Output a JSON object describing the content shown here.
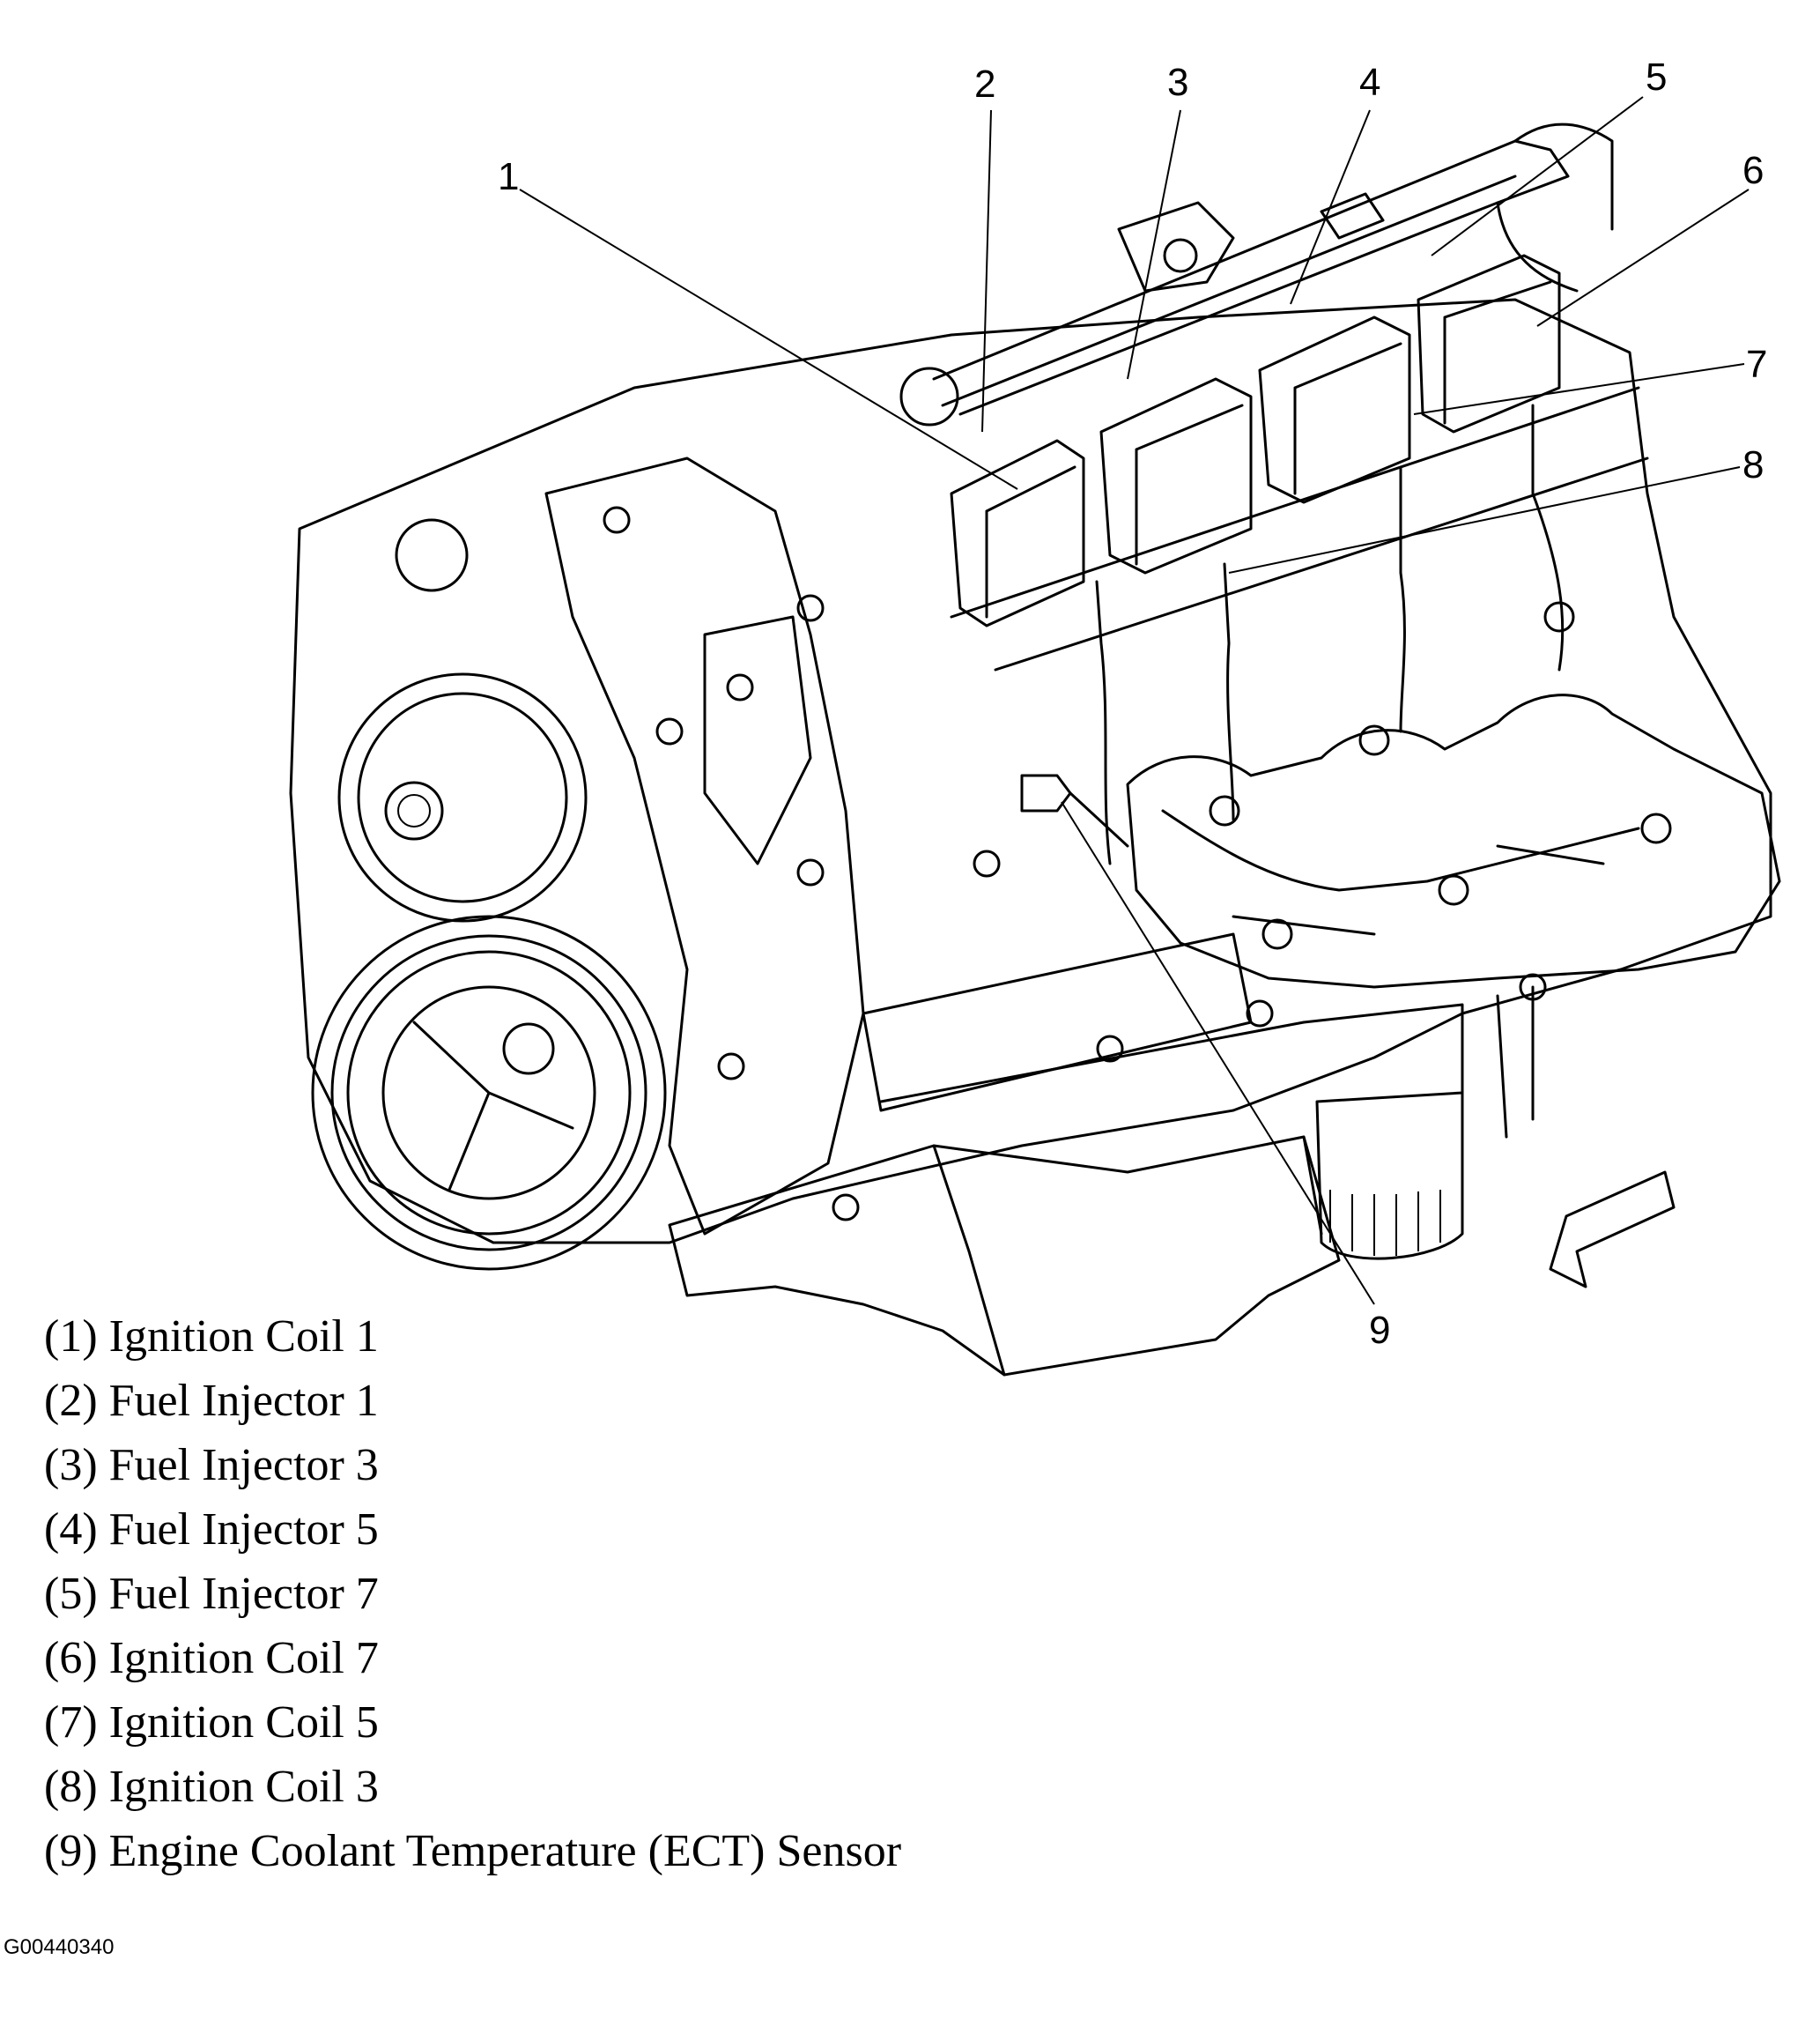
{
  "callouts": [
    "1",
    "2",
    "3",
    "4",
    "5",
    "6",
    "7",
    "8",
    "9"
  ],
  "legend": [
    {
      "text": "(1) Ignition Coil 1"
    },
    {
      "text": "(2) Fuel Injector 1"
    },
    {
      "text": "(3) Fuel Injector 3"
    },
    {
      "text": "(4) Fuel Injector 5"
    },
    {
      "text": "(5) Fuel Injector 7"
    },
    {
      "text": "(6) Ignition Coil 7"
    },
    {
      "text": "(7) Ignition Coil 5"
    },
    {
      "text": "(8) Ignition Coil 3"
    },
    {
      "text": "(9) Engine Coolant Temperature (ECT) Sensor"
    }
  ],
  "figure_id": "G00440340"
}
